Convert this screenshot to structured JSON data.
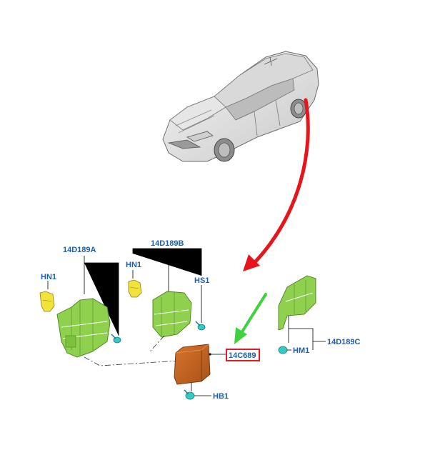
{
  "diagram": {
    "parts": {
      "bracket_a": {
        "number": "14D189A",
        "hn1": "HN1"
      },
      "bracket_b": {
        "number": "14D189B",
        "hn1": "HN1",
        "hs1": "HS1"
      },
      "bracket_c": {
        "number": "14D189C",
        "hm1": "HM1"
      },
      "module": {
        "number": "14C689",
        "hb1": "HB1"
      }
    },
    "colors": {
      "label": "#1a5fb4",
      "bracket": "#8fd14f",
      "clip": "#f2e33a",
      "fastener": "#37c9c4",
      "module": "#c0641e",
      "highlight_box": "#e01b24",
      "red_arrow": "#e8141b",
      "green_arrow": "#3fd13f"
    }
  }
}
